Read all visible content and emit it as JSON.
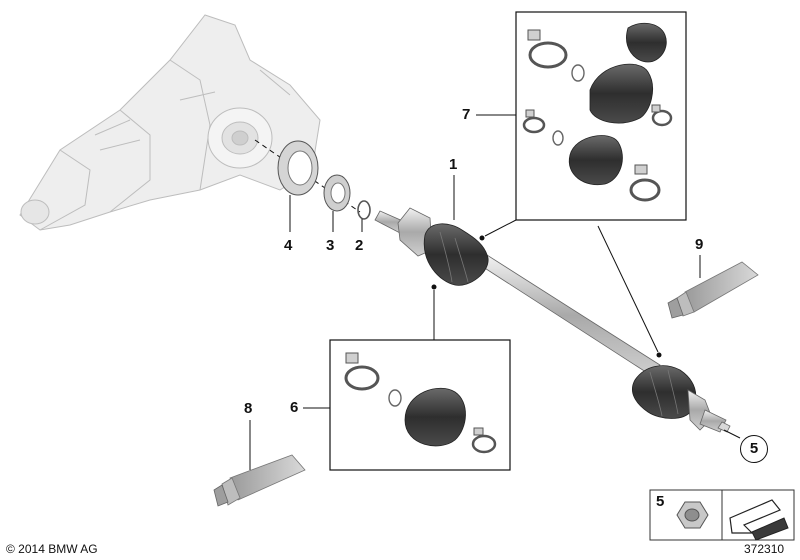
{
  "callouts": {
    "c1": "1",
    "c2": "2",
    "c3": "3",
    "c4": "4",
    "c5_ref": "5",
    "c6": "6",
    "c7": "7",
    "c8": "8",
    "c9": "9",
    "c5_legend": "5"
  },
  "footer": {
    "copyright": "© 2014 BMW AG",
    "diagram_number": "372310"
  },
  "icons": {
    "gearbox": "differential-housing-icon",
    "driveshaft": "drive-shaft-icon",
    "boot": "cv-boot-icon",
    "clamp": "hose-clamp-icon",
    "tube": "grease-tube-icon",
    "nut": "collar-nut-icon"
  },
  "colors": {
    "line": "#111111",
    "boot": "#3a3a3a",
    "housing": "#ececec"
  }
}
